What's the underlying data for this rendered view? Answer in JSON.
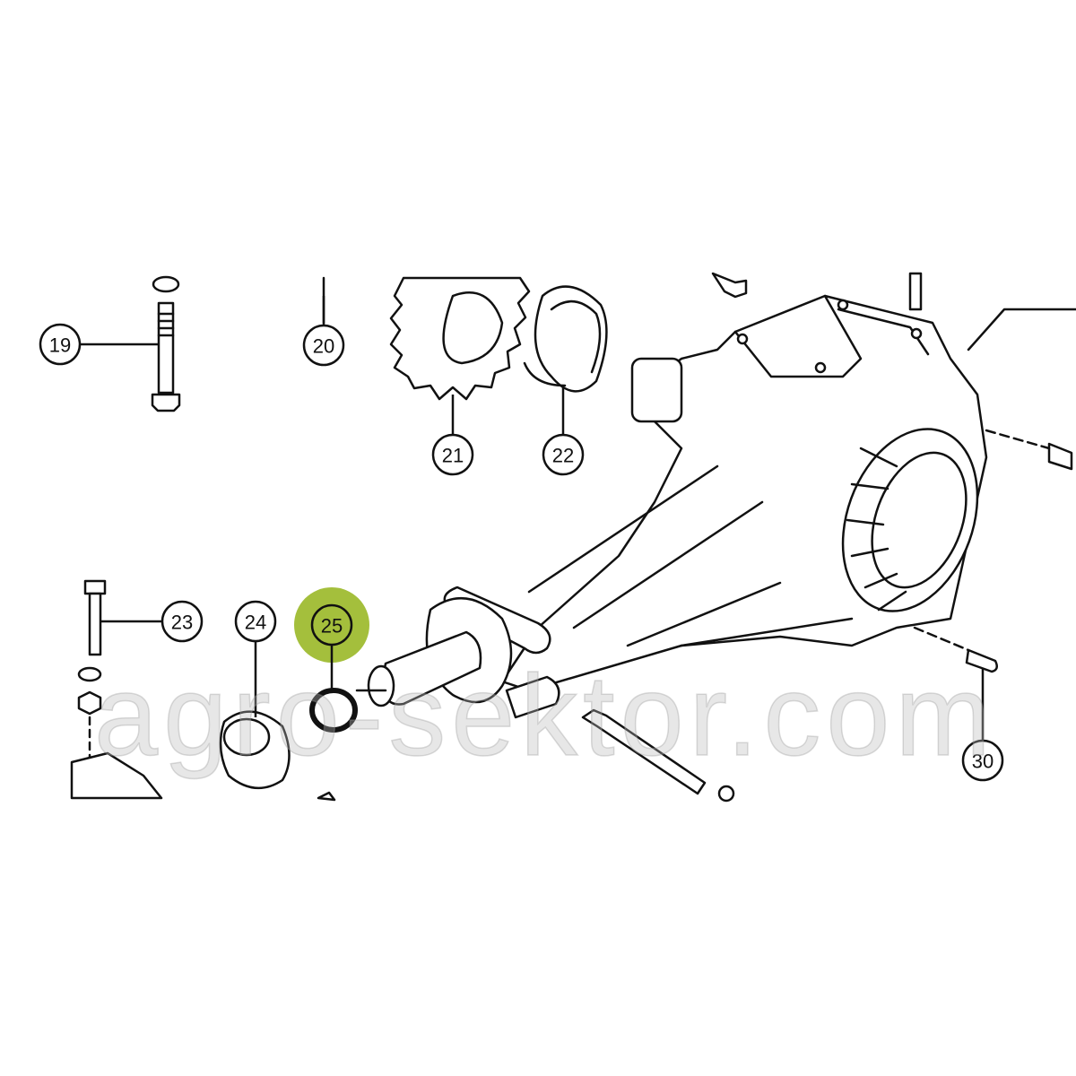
{
  "diagram": {
    "callouts": [
      {
        "id": "19",
        "label": "19",
        "highlighted": false
      },
      {
        "id": "20",
        "label": "20",
        "highlighted": false
      },
      {
        "id": "21",
        "label": "21",
        "highlighted": false
      },
      {
        "id": "22",
        "label": "22",
        "highlighted": false
      },
      {
        "id": "23",
        "label": "23",
        "highlighted": false
      },
      {
        "id": "24",
        "label": "24",
        "highlighted": false
      },
      {
        "id": "25",
        "label": "25",
        "highlighted": true
      },
      {
        "id": "30",
        "label": "30",
        "highlighted": false
      }
    ],
    "highlight_color": "#a4bf3c",
    "watermark": "agro-sektor.com"
  }
}
